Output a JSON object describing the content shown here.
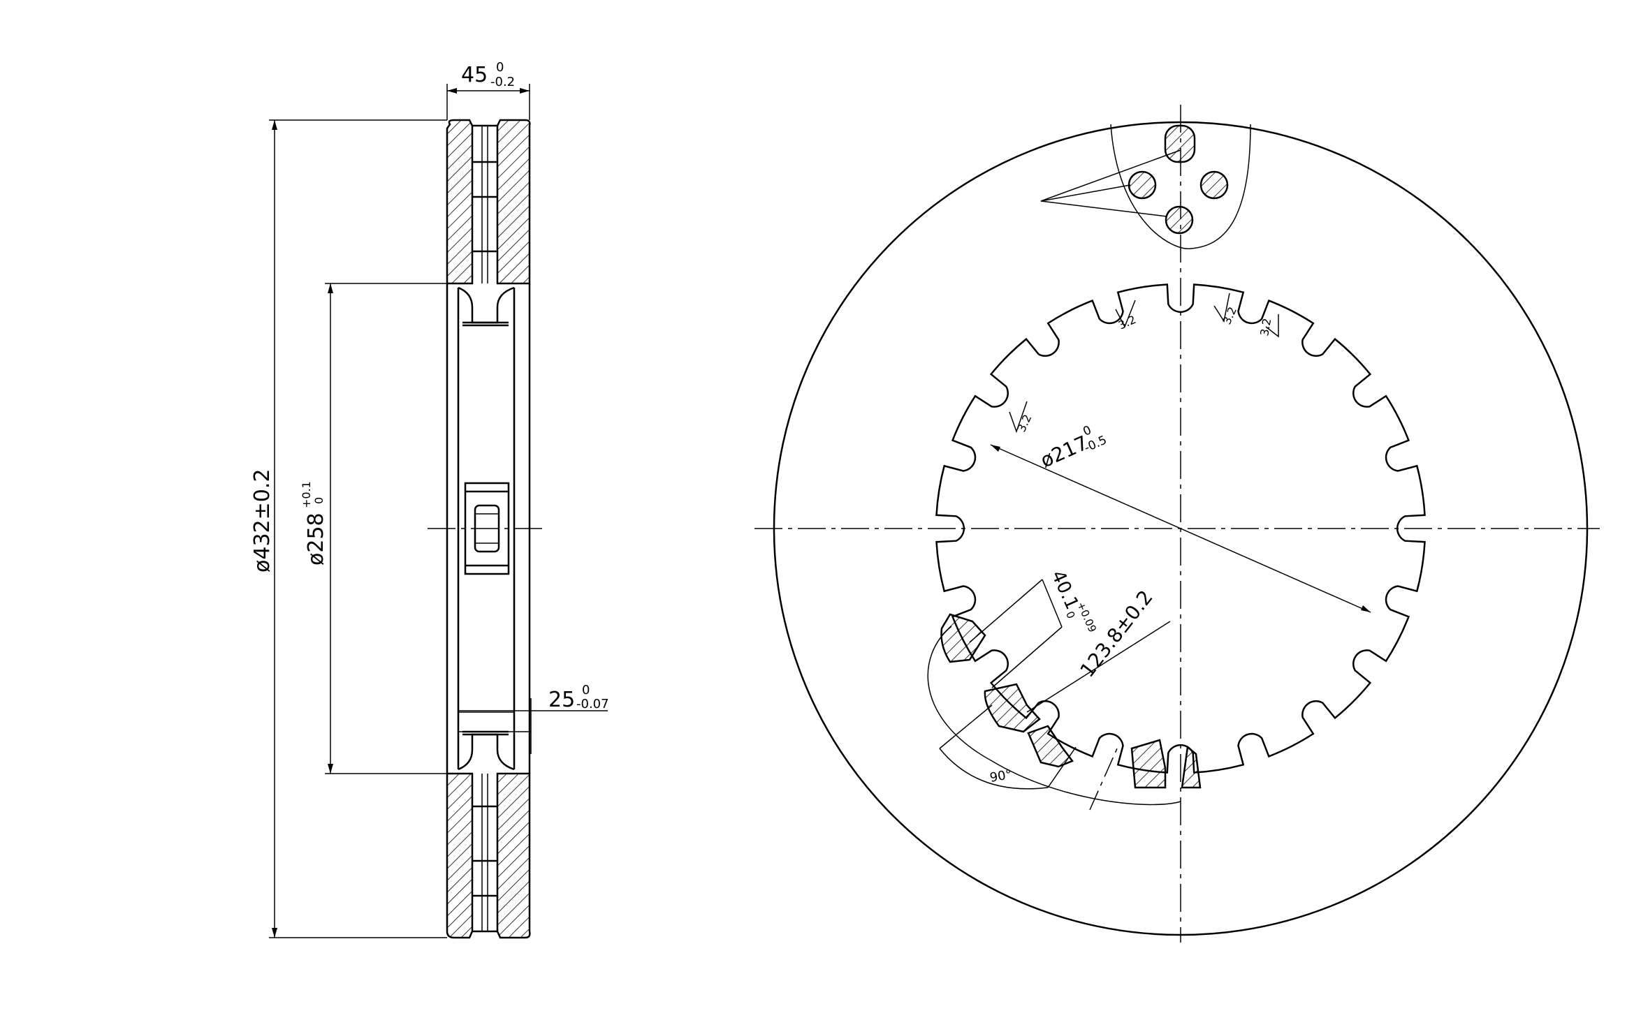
{
  "side_view": {
    "thickness": {
      "main": "45",
      "tol_upper": "0",
      "tol_lower": "-0.2"
    },
    "outer_diameter": "ø432±0.2",
    "bore": {
      "main": "ø258",
      "tol_upper": "+0.1",
      "tol_lower": "0"
    },
    "flange": {
      "main": "25",
      "tol_upper": "0",
      "tol_lower": "-0.07"
    }
  },
  "front_view": {
    "inner_diameter": {
      "main": "ø217",
      "tol_upper": "0",
      "tol_lower": "-0.5"
    },
    "slot_width": {
      "main": "40.1",
      "tol_upper": "+0.09",
      "tol_lower": "0"
    },
    "slot_radius": "123.8±0.2",
    "angle": "90°",
    "roughness": [
      "3.2",
      "3.2",
      "3.2",
      "3.2"
    ],
    "slot_count": 20
  },
  "colors": {
    "line": "#000000",
    "background": "#ffffff"
  }
}
